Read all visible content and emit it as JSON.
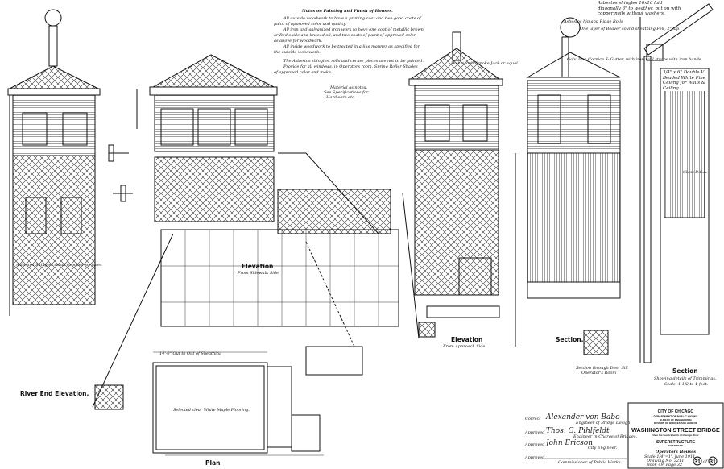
{
  "notes": {
    "heading": "Notes on Painting and Finish of Houses.",
    "lines": [
      "All outside woodwork to have a priming coat and two good coats of",
      "paint of approved color and quality.",
      "All iron and galvanized iron work to have one coat of metallic brown",
      "or Red oxide and linseed oil, and two coats of paint of approved color,",
      "as above for woodwork.",
      "All inside woodwork to be treated in a like manner as specified for",
      "the outside woodwork.",
      "The Asbestos shingles, rolls and corner pieces are not to be painted.",
      "Provide for all windows, in Operators room, Spring Roller Shades",
      "of approved color and make."
    ],
    "material": [
      "Material as noted.",
      "See Specifications for",
      "Hardware etc."
    ]
  },
  "views": {
    "river_end": "River End Elevation.",
    "sidewalk": {
      "title": "Elevation",
      "sub": "From Sidewalk Side"
    },
    "approach": {
      "title": "Elevation",
      "sub": "From Approach Side."
    },
    "section": "Section.",
    "section_detail": {
      "title": "Section",
      "sub": "Showing details of Trimmings.",
      "scale": "Scale: 1 1/2 to 1 foot."
    },
    "plan": "Plan",
    "door_sill": [
      "Section through Door Sill",
      "Operator's Room"
    ]
  },
  "annotations": {
    "plan_dim": "14'-0\" Out to Out of Sheathing",
    "plan_floor": "Selected clear White Maple Flooring.",
    "asbestos_shingles": "Asbestos Shingles on all exposed surfaces",
    "chimney": "Dickinson's Smoke Jack or equal.",
    "cornice": "Galv. Iron Cornice & Gutter, with iron wall straps with iron bands",
    "trim_shingles": "Asbestos shingles 16x16 laid diagonally 6\" to weather, put on with copper nails without washers.",
    "hip_ridge": "Asbestos hip and Ridge Rolls",
    "felt": "One layer of Beaver sound sheathing Felt, 2\" lap",
    "ceiling": "3/4\" x 6\" Double V Beaded White Pine Ceiling for Walls & Ceiling.",
    "glass": "Glass D.S.A."
  },
  "approvals": [
    {
      "label": "Correct",
      "signature": "Alexander von Babo",
      "role": "Engineer of Bridge Design."
    },
    {
      "label": "Approved",
      "signature": "Thos. G. Pihlfeldt",
      "role": "Engineer in Charge of Bridges."
    },
    {
      "label": "Approved",
      "signature": "John Ericson",
      "role": "City Engineer."
    },
    {
      "label": "Approved",
      "signature": "",
      "role": "Commissioner of Public Works."
    }
  ],
  "title_block": {
    "city": "CITY OF CHICAGO",
    "dept": "DEPARTMENT OF PUBLIC WORKS",
    "bureau": "BUREAU OF ENGINEERING",
    "division": "DIVISION OF BRIDGES AND HARBOR",
    "project": "WASHINGTON STREET BRIDGE",
    "location": "Over the South Branch of Chicago River",
    "part": "SUPERSTRUCTURE",
    "part_sub": "FIXED PART",
    "sheet_title": "Operators Houses",
    "scale": "Scale 1/4\"=1'. June 1911",
    "drawing_no": "Drawing No. 3211",
    "book": "Book 49, Page 32",
    "sheet": "31",
    "of": "of",
    "total": "31"
  }
}
